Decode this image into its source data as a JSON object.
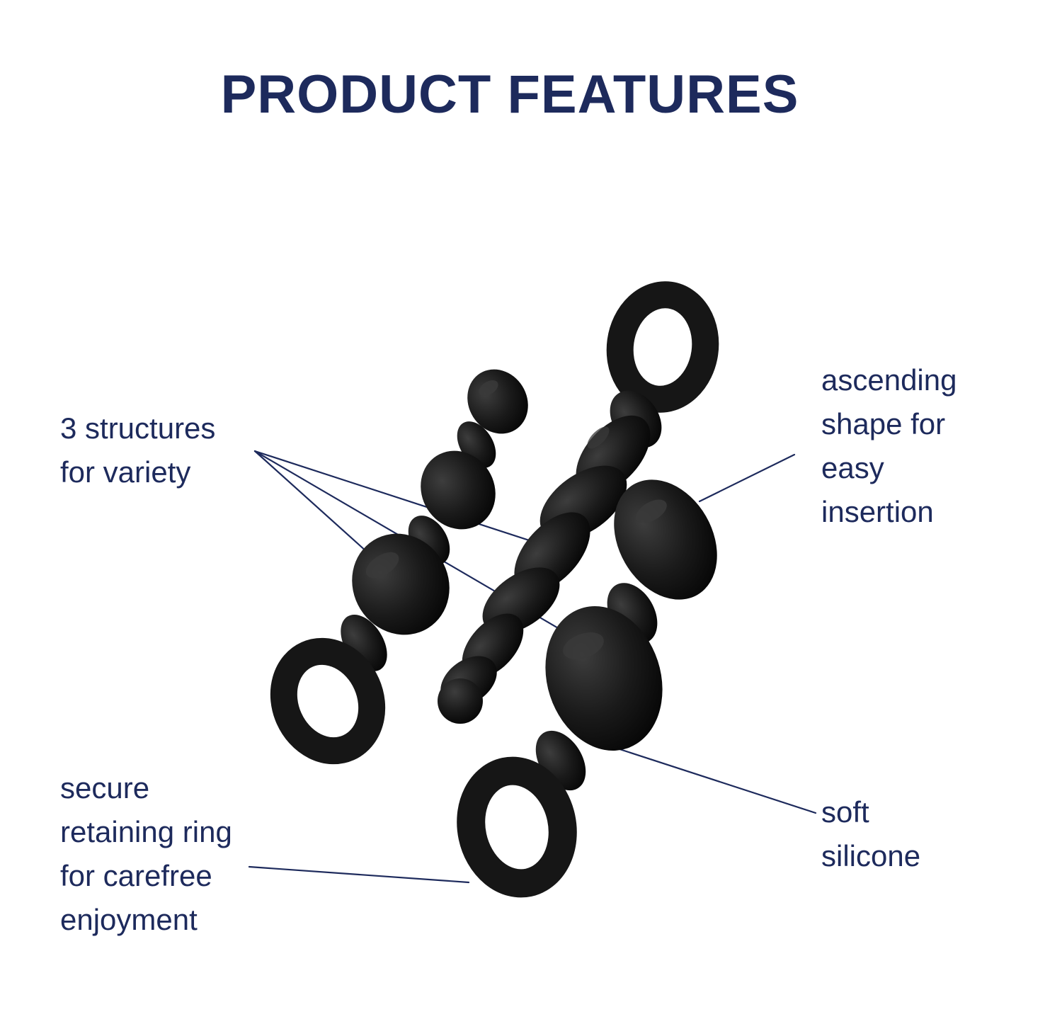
{
  "title": "PRODUCT FEATURES",
  "annotations": {
    "structures": {
      "lines": [
        "3 structures",
        "for variety"
      ]
    },
    "ascending": {
      "lines": [
        "ascending",
        "shape for",
        "easy",
        "insertion"
      ]
    },
    "retaining": {
      "lines": [
        "secure",
        "retaining ring",
        "for carefree",
        "enjoyment"
      ]
    },
    "silicone": {
      "lines": [
        "soft",
        "silicone"
      ]
    }
  },
  "icons": {
    "product_illustrations": [
      "beaded-plug-illustration",
      "twisted-plug-illustration",
      "tapered-plug-illustration"
    ]
  },
  "colors": {
    "text-navy": "#1d2a5c",
    "line-navy": "#1d2a5c",
    "product-black": "#141414",
    "background": "#ffffff"
  }
}
